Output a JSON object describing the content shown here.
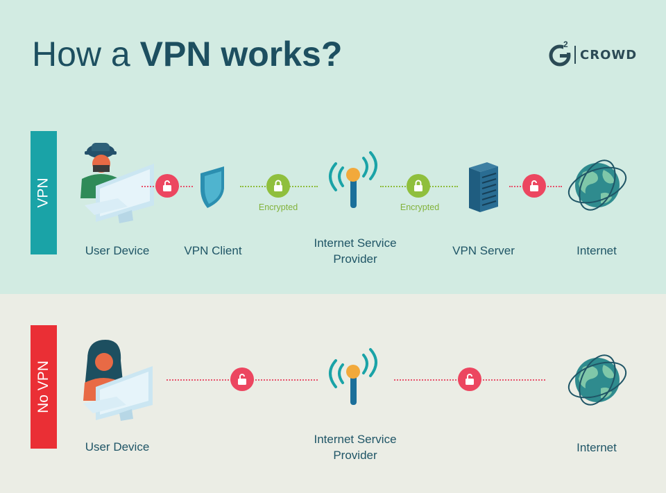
{
  "title": {
    "prefix": "How a ",
    "bold": "VPN works?"
  },
  "logo": {
    "mark": "G",
    "superscript": "2",
    "text": "CROWD"
  },
  "sections": {
    "vpn": {
      "label": "VPN",
      "nodes": [
        {
          "label": "User Device",
          "icon": "user-device-icon"
        },
        {
          "label": "VPN Client",
          "icon": "shield-icon"
        },
        {
          "label": "Internet Service Provider",
          "icon": "antenna-icon"
        },
        {
          "label": "VPN Server",
          "icon": "server-icon"
        },
        {
          "label": "Internet",
          "icon": "globe-icon"
        }
      ],
      "links": [
        {
          "status": "unlocked",
          "label": ""
        },
        {
          "status": "locked",
          "label": "Encrypted"
        },
        {
          "status": "locked",
          "label": "Encrypted"
        },
        {
          "status": "unlocked",
          "label": ""
        }
      ]
    },
    "no_vpn": {
      "label": "No VPN",
      "nodes": [
        {
          "label": "User Device",
          "icon": "user-device-icon"
        },
        {
          "label": "Internet Service Provider",
          "icon": "antenna-icon"
        },
        {
          "label": "Internet",
          "icon": "globe-icon"
        }
      ],
      "links": [
        {
          "status": "unlocked",
          "label": ""
        },
        {
          "status": "unlocked",
          "label": ""
        }
      ]
    }
  },
  "colors": {
    "vpn_band": "#1aa3a7",
    "no_vpn_band": "#ea2f35",
    "secure_link": "#8fbf3d",
    "insecure_link": "#ec4660",
    "label_text": "#1f5566"
  }
}
